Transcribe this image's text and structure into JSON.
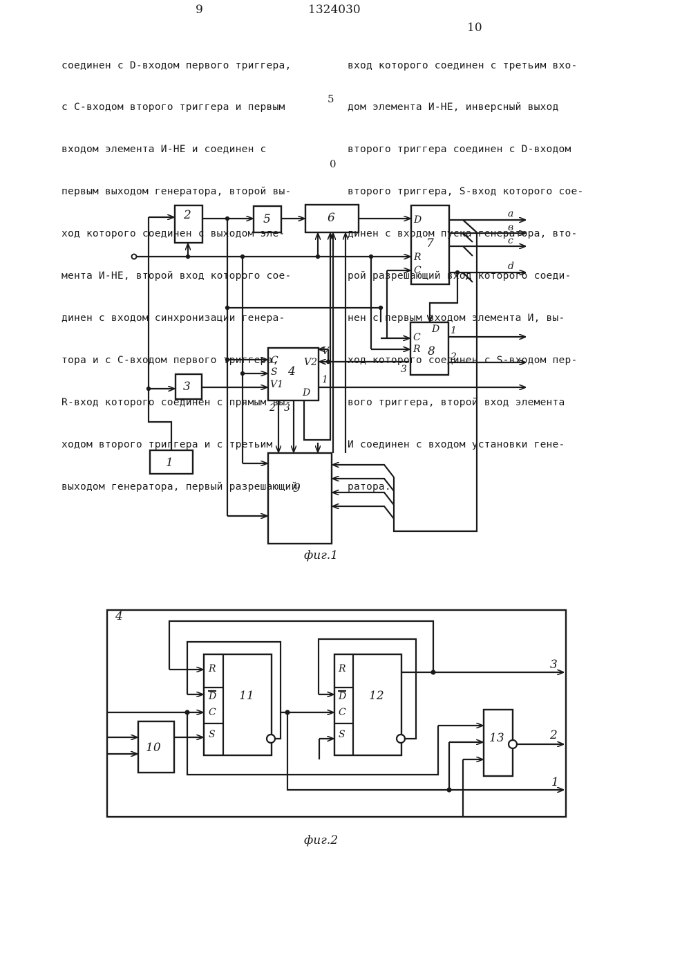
{
  "header": {
    "page_left": "9",
    "patent_number": "1324030",
    "page_right": "10"
  },
  "left_column": [
    "соединен с D-входом первого триггера,",
    "с C-входом второго триггера и первым",
    "входом элемента И-НЕ и соединен с",
    "первым выходом генератора, второй вы-",
    "ход которого соединен с выходом эле-",
    "мента И-НЕ, второй вход которого сое-",
    "динен с входом синхронизации генера-",
    "тора и с C-входом первого триггера,",
    "R-вход которого соединен с прямым вы-",
    "ходом второго триггера и с третьим",
    "выходом генератора, первый разрешающий"
  ],
  "line_numbers": [
    "5",
    "0"
  ],
  "right_column": [
    "вход которого соединен с третьим вхо-",
    "дом элемента И-НЕ, инверсный выход",
    "второго триггера соединен с D-входом",
    "второго триггера, S-вход которого сое-",
    "динен с входом пуска генератора, вто-",
    "рой разрешающий вход которого соеди-",
    "нен с первым входом элемента И, вы-",
    "ход которого соединен с S-входом пер-",
    "вого триггера, второй вход элемента",
    "И соединен с входом установки гене-",
    "ратора."
  ],
  "fig1": {
    "caption": "фиг.1",
    "blocks": [
      "1",
      "2",
      "3",
      "4",
      "5",
      "6",
      "7",
      "8",
      "9"
    ],
    "pins4": {
      "c": "C",
      "s": "S",
      "v1": "V1",
      "v2": "V2",
      "v": "V",
      "d": "D",
      "o1": "1",
      "o2": "2",
      "o3": "3"
    },
    "pins7": {
      "d": "D",
      "r": "R",
      "c": "C"
    },
    "pins8": {
      "d": "D",
      "c": "C",
      "r": "R",
      "o1": "1",
      "o2": "2",
      "o3": "3"
    },
    "outputs": [
      "a",
      "в",
      "c",
      "d"
    ]
  },
  "fig2": {
    "caption": "фиг.2",
    "frame_label": "4",
    "blocks": [
      "10",
      "11",
      "12",
      "13"
    ],
    "pins11": {
      "r": "R",
      "d": "D",
      "c": "C",
      "s": "S"
    },
    "pins12": {
      "r": "R",
      "d": "D",
      "c": "C",
      "s": "S"
    },
    "outputs": [
      "3",
      "2",
      "1"
    ]
  }
}
